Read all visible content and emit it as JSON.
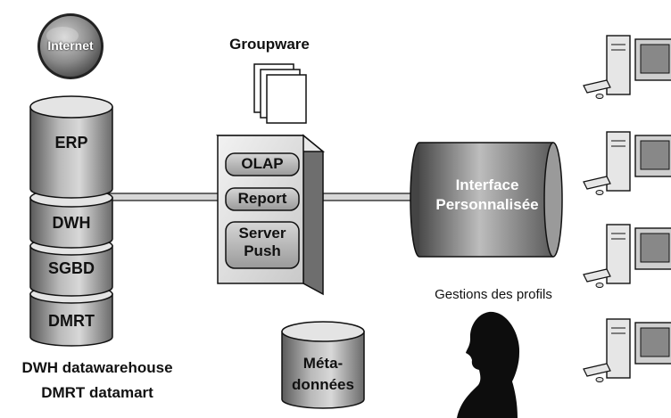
{
  "internet": {
    "label": "Internet"
  },
  "databases": {
    "stack": [
      "ERP",
      "DWH",
      "SGBD",
      "DMRT"
    ],
    "legend": [
      "DWH datawarehouse",
      "DMRT datamart"
    ]
  },
  "groupware": {
    "label": "Groupware"
  },
  "server": {
    "modules": [
      "OLAP",
      "Report",
      "Server Push"
    ]
  },
  "interface": {
    "line1": "Interface",
    "line2": "Personnalisée"
  },
  "metadata": {
    "line1": "Méta-",
    "line2": "données"
  },
  "profiles": {
    "label": "Gestions des profils"
  },
  "clients": {
    "count": 4
  },
  "colors": {
    "gray_dark": "#6b6b6b",
    "gray_mid": "#a8a8a8",
    "gray_light": "#e6e6e6",
    "outline": "#111111"
  }
}
